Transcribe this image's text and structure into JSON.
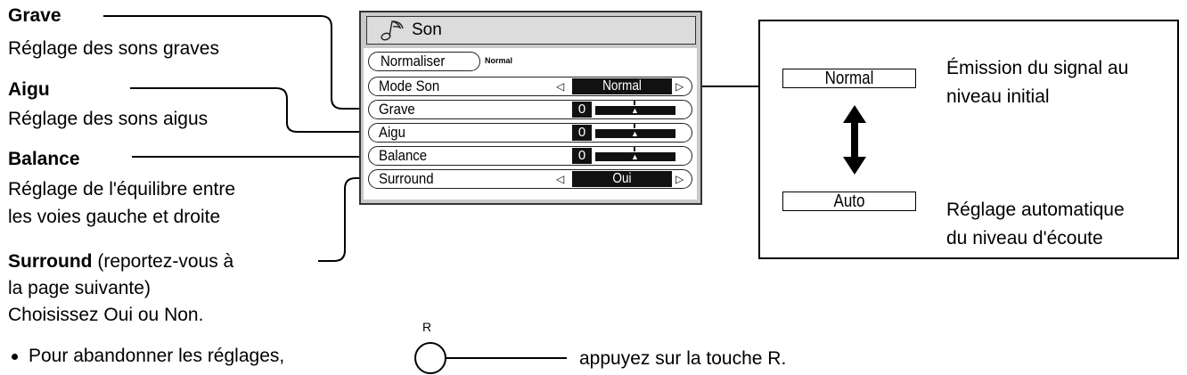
{
  "left_labels": {
    "grave_title": "Grave",
    "grave_desc": "Réglage des sons graves",
    "aigu_title": "Aigu",
    "aigu_desc": "Réglage des sons aigus",
    "balance_title": "Balance",
    "balance_desc_1": "Réglage de l'équilibre entre",
    "balance_desc_2": "les voies gauche et droite",
    "surround_title": "Surround",
    "surround_note": " (reportez-vous à",
    "surround_note_2": "la page suivante)",
    "surround_choice": "Choisissez Oui ou Non.",
    "abandon_text": "Pour abandonner les réglages,"
  },
  "menu": {
    "title": "Son",
    "title_icon": "music-note-icon",
    "normaliser_label": "Normaliser",
    "normaliser_value": "Normal",
    "rows": [
      {
        "label": "Mode Son",
        "value": "Normal"
      },
      {
        "label": "Grave",
        "value": "0"
      },
      {
        "label": "Aigu",
        "value": "0"
      },
      {
        "label": "Balance",
        "value": "0"
      },
      {
        "label": "Surround",
        "value": "Oui"
      }
    ]
  },
  "mode_panel": {
    "option_normal": "Normal",
    "option_normal_desc_1": "Émission du signal au",
    "option_normal_desc_2": "niveau initial",
    "option_auto": "Auto",
    "option_auto_desc_1": "Réglage automatique",
    "option_auto_desc_2": "du niveau d'écoute",
    "arrow_icon": "up-down-arrow-icon"
  },
  "r_button": {
    "label": "R",
    "text": "appuyez sur la touche R."
  },
  "colors": {
    "menu_bg": "#c9c9c9",
    "value_bg": "#111111"
  }
}
